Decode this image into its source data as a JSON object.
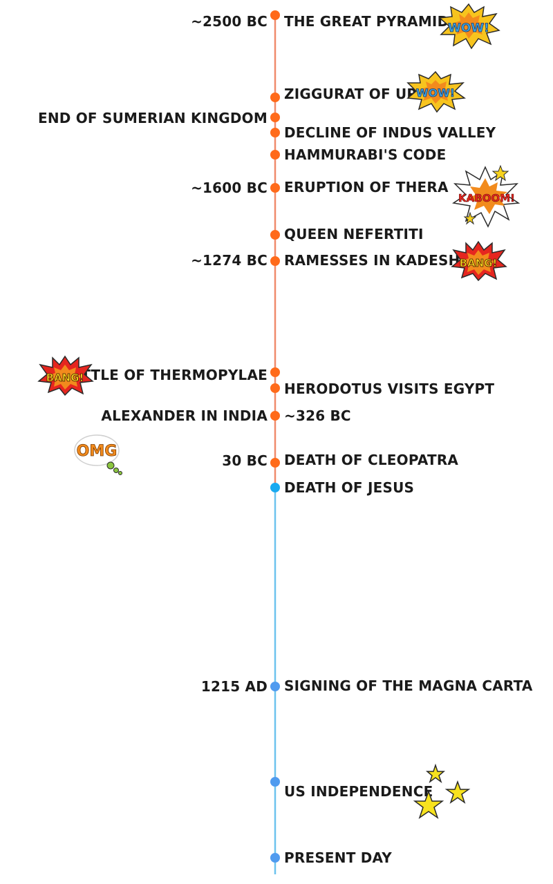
{
  "colors": {
    "ancient_line": "#f08a6b",
    "ancient_dot": "#ff6a1a",
    "modern_line": "#6cc2ee",
    "jesus_dot": "#1aaaf0",
    "modern_dot": "#4f9bef",
    "text": "#1a1a1a"
  },
  "events": [
    {
      "label": "The Great Pyramid",
      "date": "~2500 BC",
      "era": "ancient"
    },
    {
      "label": "Ziggurat of Ur",
      "date": "",
      "era": "ancient"
    },
    {
      "label": "End of Sumerian Kingdom",
      "date": "",
      "era": "ancient"
    },
    {
      "label": "Decline of Indus Valley",
      "date": "",
      "era": "ancient"
    },
    {
      "label": "Hammurabi's Code",
      "date": "",
      "era": "ancient"
    },
    {
      "label": "Eruption of Thera",
      "date": "~1600 BC",
      "era": "ancient"
    },
    {
      "label": "Queen Nefertiti",
      "date": "",
      "era": "ancient"
    },
    {
      "label": "Ramesses in Kadesh",
      "date": "~1274 BC",
      "era": "ancient"
    },
    {
      "label": "Battle of Thermopylae",
      "date": "",
      "era": "ancient"
    },
    {
      "label": "Herodotus visits Egypt",
      "date": "",
      "era": "ancient"
    },
    {
      "label": "Alexander in India",
      "date": "~326 BC",
      "era": "ancient"
    },
    {
      "label": "Death of Cleopatra",
      "date": "30 BC",
      "era": "ancient"
    },
    {
      "label": "Death of Jesus",
      "date": "",
      "era": "jesus"
    },
    {
      "label": "Signing of the Magna Carta",
      "date": "1215 AD",
      "era": "modern"
    },
    {
      "label": "US Independence",
      "date": "",
      "era": "modern"
    },
    {
      "label": "Present Day",
      "date": "",
      "era": "modern"
    }
  ],
  "stickers": [
    {
      "icon": "wow-burst-icon",
      "text": "WOW!"
    },
    {
      "icon": "wow-burst-icon",
      "text": "WOW!"
    },
    {
      "icon": "kaboom-burst-icon",
      "text": "KABOOM!"
    },
    {
      "icon": "bang-burst-icon",
      "text": "BANG!"
    },
    {
      "icon": "bang-burst-icon",
      "text": "BANG!"
    },
    {
      "icon": "omg-bubble-icon",
      "text": "OMG"
    },
    {
      "icon": "stars-icon",
      "text": ""
    }
  ]
}
